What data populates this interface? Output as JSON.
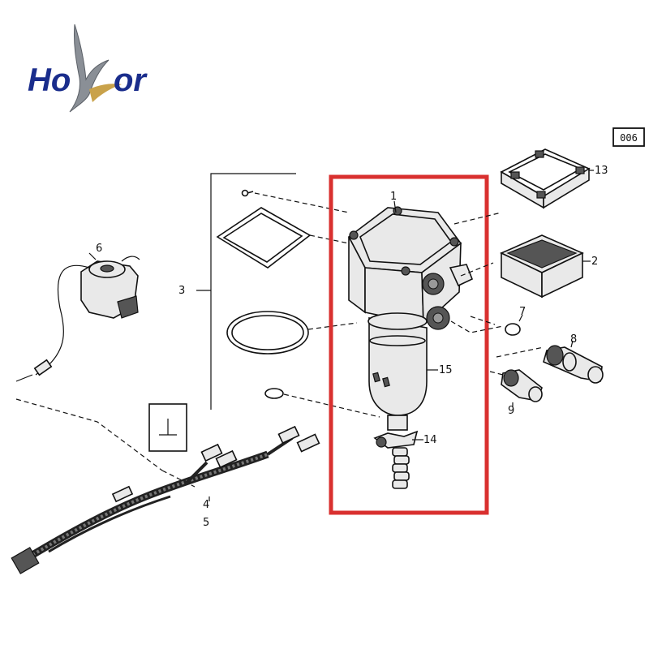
{
  "logo": {
    "text_left": "Ho",
    "text_right": "or"
  },
  "reference": "006",
  "callouts": {
    "c1": "1",
    "c2": "2",
    "c3": "3",
    "c4": "4",
    "c5": "5",
    "c6": "6",
    "c7": "7",
    "c8": "8",
    "c9": "9",
    "c13": "13",
    "c14": "14",
    "c15": "15"
  },
  "colors": {
    "highlight": "#d9302f",
    "logo_blue": "#1a2d8c",
    "logo_gold": "#c9a24a"
  }
}
